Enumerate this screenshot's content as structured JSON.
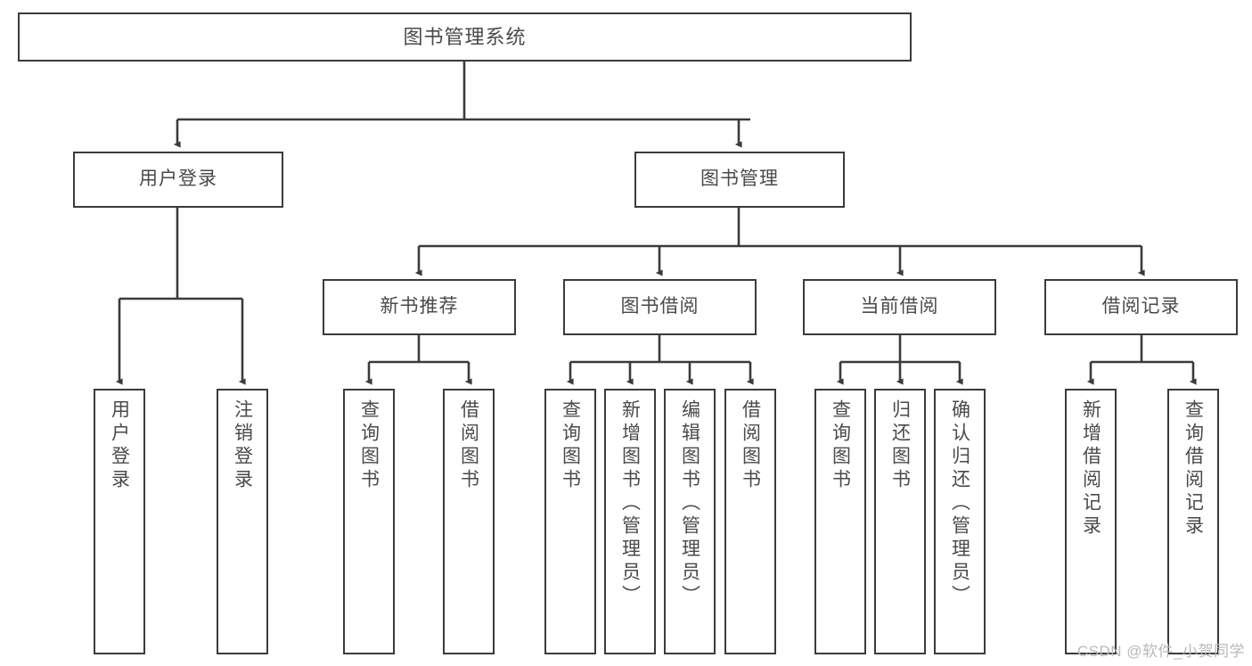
{
  "diagram": {
    "type": "tree-hierarchy-chart",
    "title": "图书管理系统",
    "orientation": "top-down",
    "colors": {
      "box_border": "#3b3b3b",
      "box_fill": "#ffffff",
      "text": "#4a4a4a",
      "edge": "#3b3b3b",
      "watermark": "#b9b9b9",
      "background": "#ffffff"
    }
  },
  "root": {
    "label": "图书管理系统"
  },
  "level2": [
    {
      "label": "用户登录"
    },
    {
      "label": "图书管理"
    }
  ],
  "level3": [
    {
      "label": "新书推荐"
    },
    {
      "label": "图书借阅"
    },
    {
      "label": "当前借阅"
    },
    {
      "label": "借阅记录"
    }
  ],
  "leaves": {
    "user_login": [
      {
        "label": "用户登录"
      },
      {
        "label": "注销登录"
      }
    ],
    "new_book_recommend": [
      {
        "label": "查询图书"
      },
      {
        "label": "借阅图书"
      }
    ],
    "book_borrow": [
      {
        "label": "查询图书"
      },
      {
        "label": "新增图书（管理员）"
      },
      {
        "label": "编辑图书（管理员）"
      },
      {
        "label": "借阅图书"
      }
    ],
    "current_borrow": [
      {
        "label": "查询图书"
      },
      {
        "label": "归还图书"
      },
      {
        "label": "确认归还（管理员）"
      }
    ],
    "borrow_record": [
      {
        "label": "新增借阅记录"
      },
      {
        "label": "查询借阅记录"
      }
    ]
  },
  "watermark": {
    "text": "CSDN @软件_小贺同学"
  }
}
